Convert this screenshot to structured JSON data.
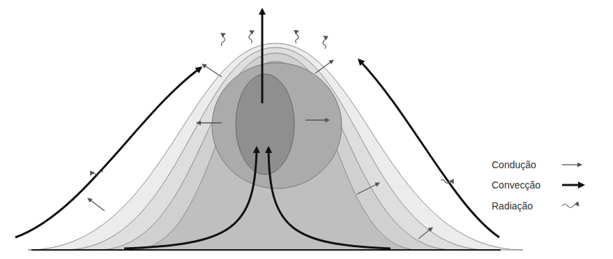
{
  "diagram": {
    "legend": [
      {
        "text": "Condução"
      },
      {
        "text": "Convecção"
      },
      {
        "text": "Radiação"
      }
    ]
  }
}
